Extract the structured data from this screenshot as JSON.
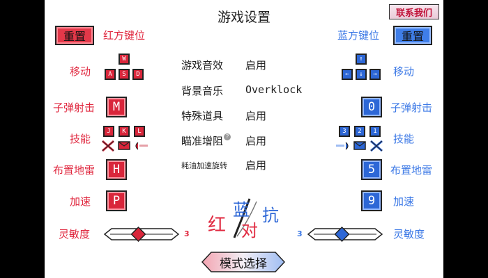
{
  "fps": "60",
  "title": "游戏设置",
  "contact_label": "联系我们",
  "red": {
    "reset_label": "重置",
    "header_label": "红方键位",
    "move_label": "移动",
    "move_keys": {
      "up": "W",
      "left": "A",
      "down": "S",
      "right": "D"
    },
    "shoot_label": "子弹射击",
    "shoot_key": "M",
    "skill_label": "技能",
    "skill_keys": [
      "J",
      "K",
      "L"
    ],
    "mine_label": "布置地雷",
    "mine_key": "H",
    "boost_label": "加速",
    "boost_key": "P",
    "sensitivity_label": "灵敏度",
    "sensitivity_value": "3",
    "sensitivity_level": 0.45,
    "color": "#e0283f"
  },
  "blue": {
    "reset_label": "重置",
    "header_label": "蓝方键位",
    "move_label": "移动",
    "move_keys": {
      "up": "↑",
      "left": "←",
      "down": "↓",
      "right": "→"
    },
    "shoot_label": "子弹射击",
    "shoot_key": "0",
    "skill_label": "技能",
    "skill_keys": [
      "3",
      "2",
      "1"
    ],
    "mine_label": "布置地雷",
    "mine_key": "5",
    "boost_label": "加速",
    "boost_key": "9",
    "sensitivity_label": "灵敏度",
    "sensitivity_value": "3",
    "sensitivity_level": 0.45,
    "color": "#3b78e6"
  },
  "settings": [
    {
      "label": "游戏音效",
      "value": "启用"
    },
    {
      "label": "背景音乐",
      "value": "Overklock"
    },
    {
      "label": "特殊道具",
      "value": "启用"
    },
    {
      "label": "瞄准增阻",
      "value": "启用"
    },
    {
      "label": "耗油加速旋转",
      "value": "启用"
    }
  ],
  "logo_text": "红蓝对抗",
  "mode_select_label": "模式选择"
}
